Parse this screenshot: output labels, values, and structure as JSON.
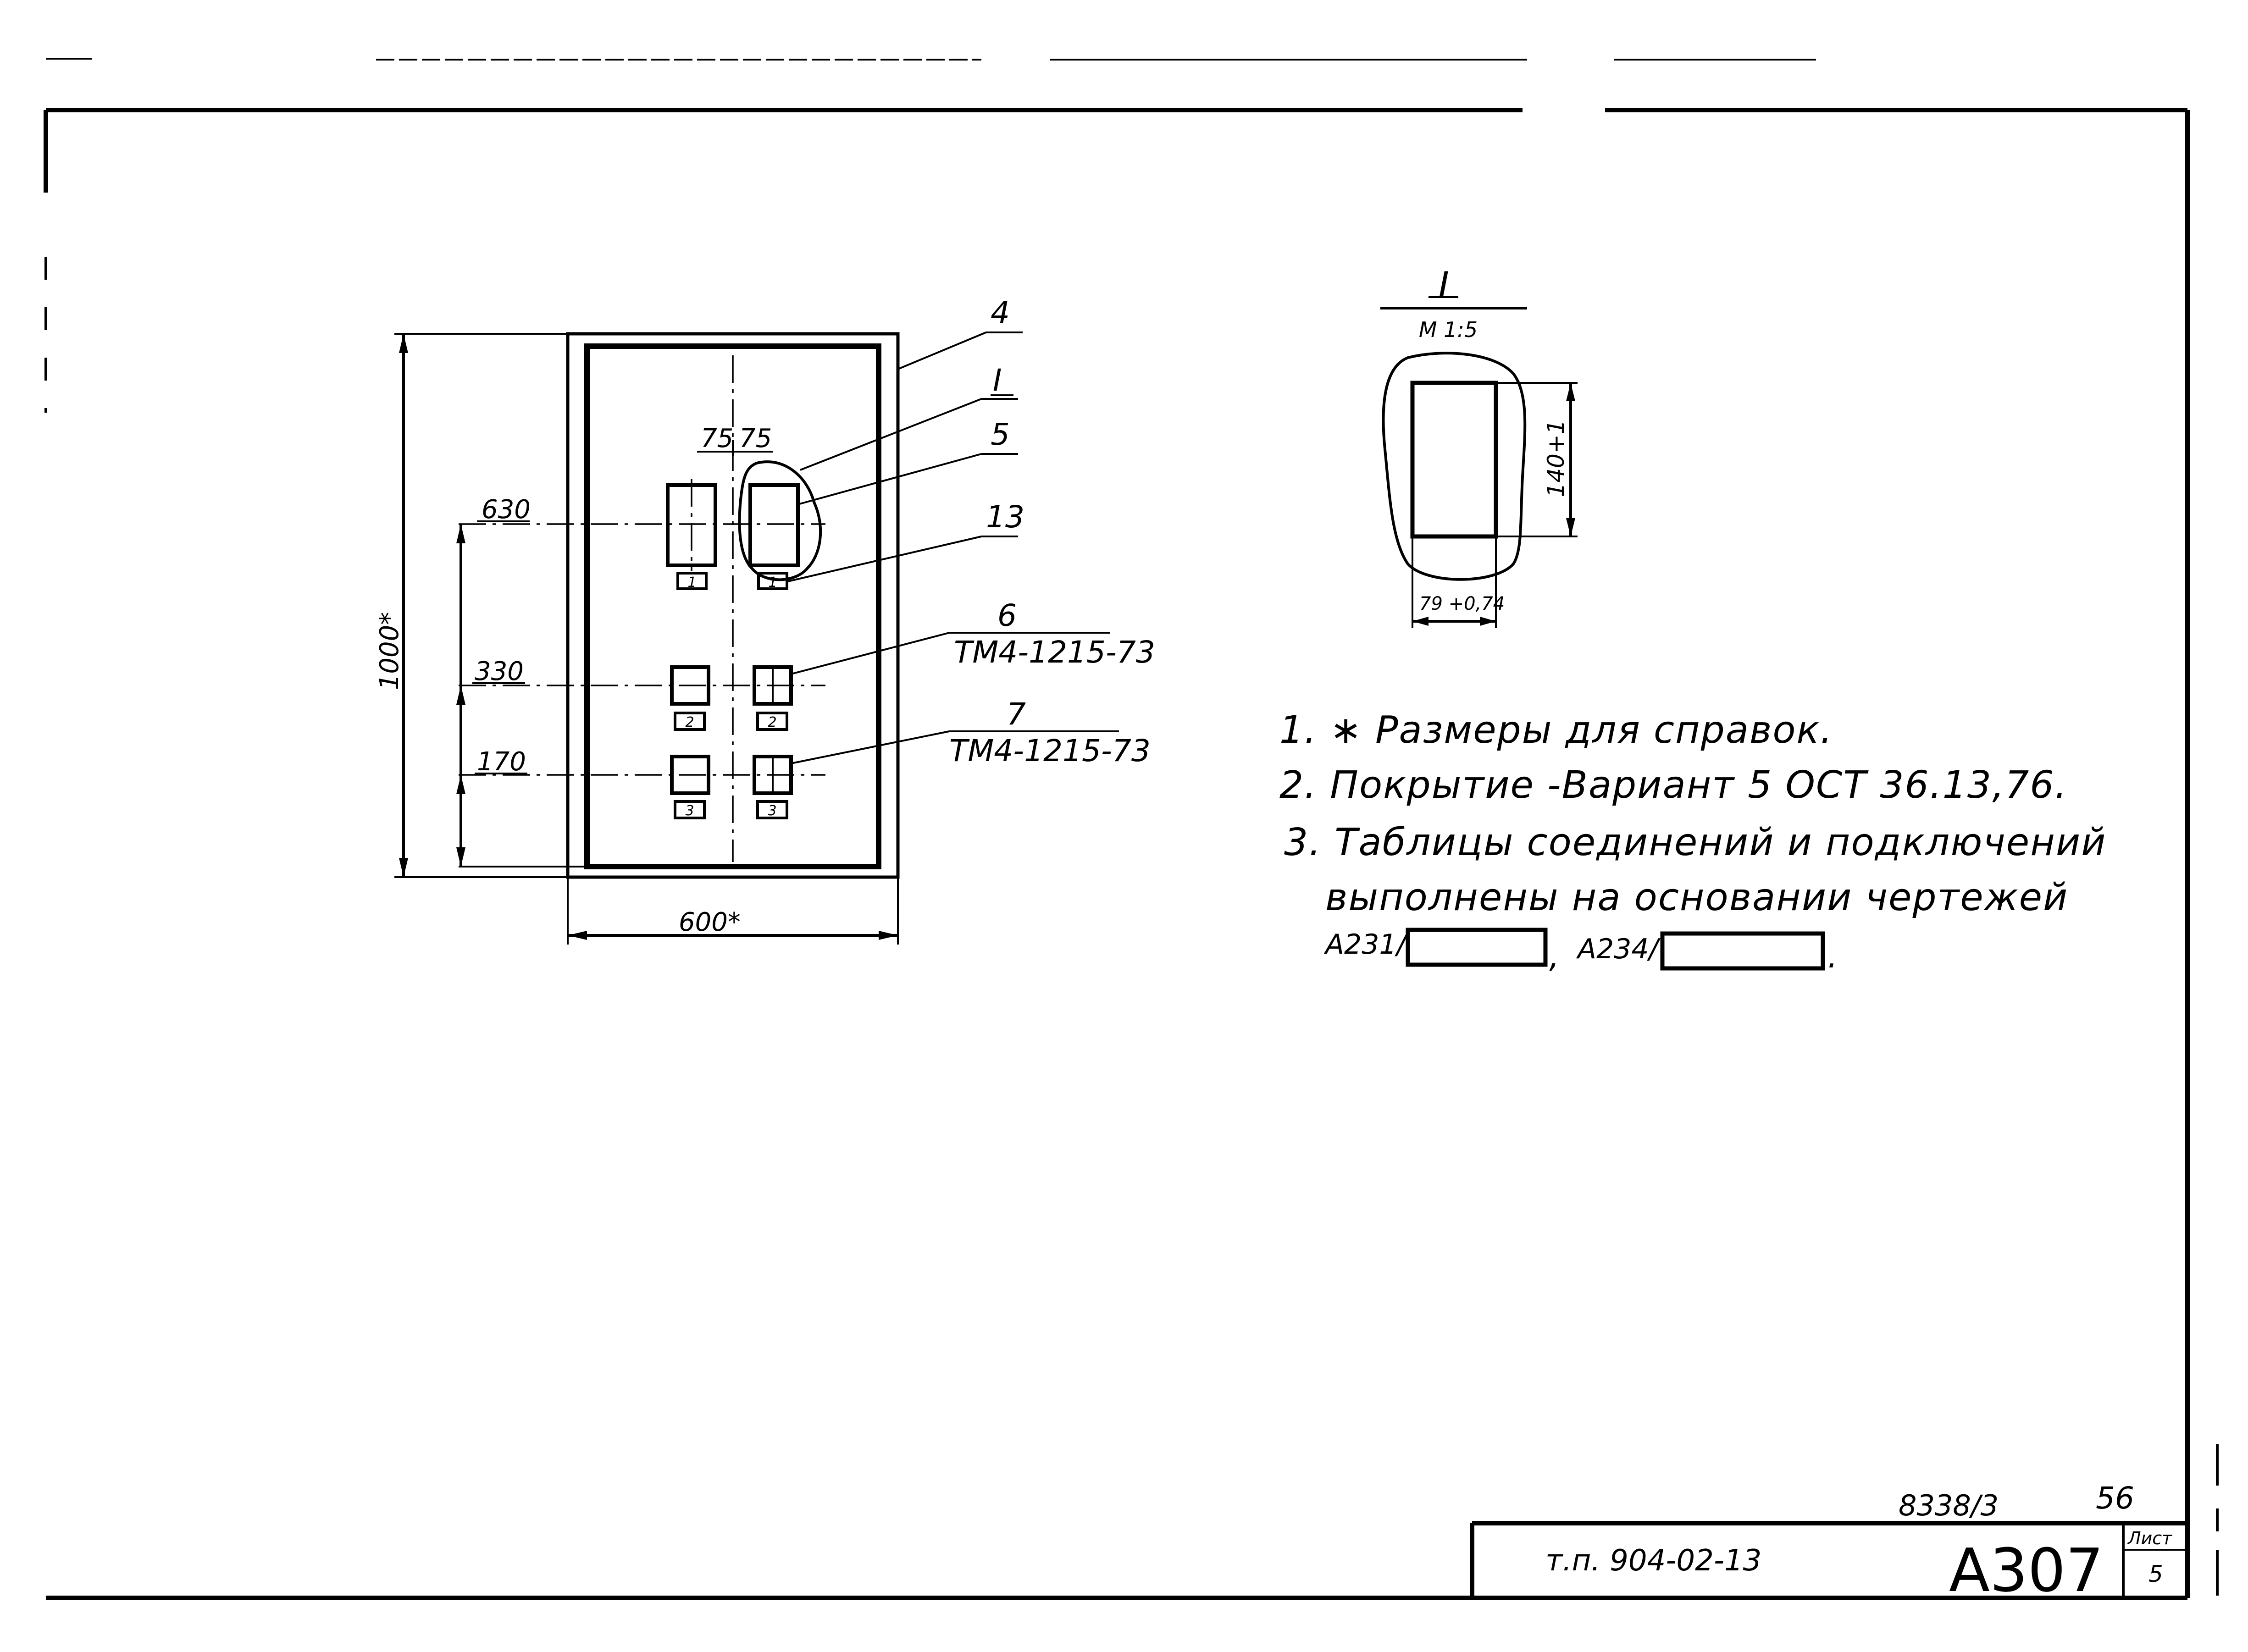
{
  "dimensions": {
    "total_height": "1000*",
    "total_width": "600*",
    "level_top": "630",
    "level_mid": "330",
    "level_low": "170",
    "offset_left": "75",
    "offset_right": "75"
  },
  "leaders": {
    "item_4": "4",
    "view_I": "I",
    "item_5": "5",
    "item_13": "13",
    "item_6": "6",
    "item_6_ref": "ТМ4-1215-73",
    "item_7": "7",
    "item_7_ref": "ТМ4-1215-73"
  },
  "tags": {
    "row1_left": "1",
    "row1_right": "1",
    "row2_left": "2",
    "row2_right": "2",
    "row3_left": "3",
    "row3_right": "3"
  },
  "detail": {
    "label": "I",
    "scale": "М 1:5",
    "height_dim": "140+1",
    "width_dim": "79 +0,74"
  },
  "notes": {
    "note1": "1. ∗ Размеры для справок.",
    "note2": "2. Покрытие -Вариант 5 ОСТ 36.13,76.",
    "note3_line1": "3. Таблицы соединений и подключений",
    "note3_line2": "выполнены на основании чертежей",
    "note3_ref1": "А231/",
    "note3_sep": ",",
    "note3_ref2": "А234/",
    "note3_end": "."
  },
  "title_block": {
    "order_no": "8338/3",
    "page_no": "56",
    "project": "т.п. 904-02-13",
    "code": "А307",
    "sheet_label": "Лист",
    "sheet_no": "5"
  }
}
